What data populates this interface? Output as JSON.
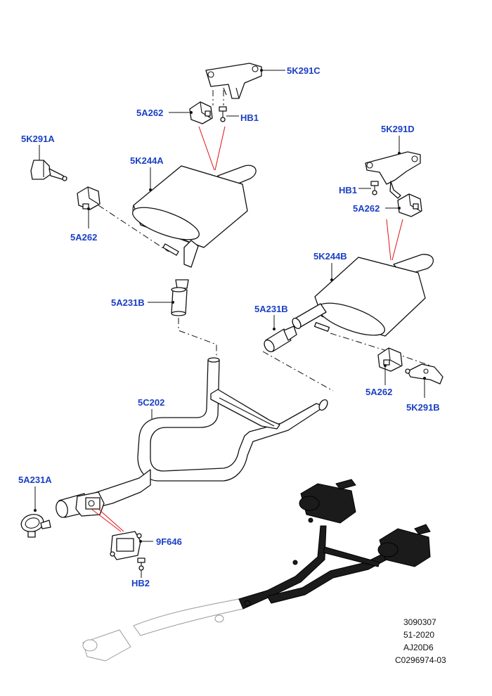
{
  "labels": {
    "bracket_5K291C": "5K291C",
    "insulator_5A262_top": "5A262",
    "bolt_HB1_top": "HB1",
    "bracket_5K291A": "5K291A",
    "muffler_5K244A": "5K244A",
    "insulator_5A262_left": "5A262",
    "pipe_5A231B_left": "5A231B",
    "bracket_5K291D": "5K291D",
    "bolt_HB1_right": "HB1",
    "insulator_5A262_right": "5A262",
    "muffler_5K244B": "5K244B",
    "pipe_5A231B_right": "5A231B",
    "insulator_5A262_lower_right": "5A262",
    "bracket_5K291B": "5K291B",
    "pipe_5C202": "5C202",
    "pipe_5A231A": "5A231A",
    "actuator_9F646": "9F646",
    "bolt_HB2": "HB2"
  },
  "reference": {
    "line1": "3090307",
    "line2": "51-2020",
    "line3": "AJ20D6",
    "line4": "C0296974-03"
  },
  "colors": {
    "label": "#1a3fc4",
    "highlight_line": "#e01010",
    "line_art": "#111111"
  }
}
